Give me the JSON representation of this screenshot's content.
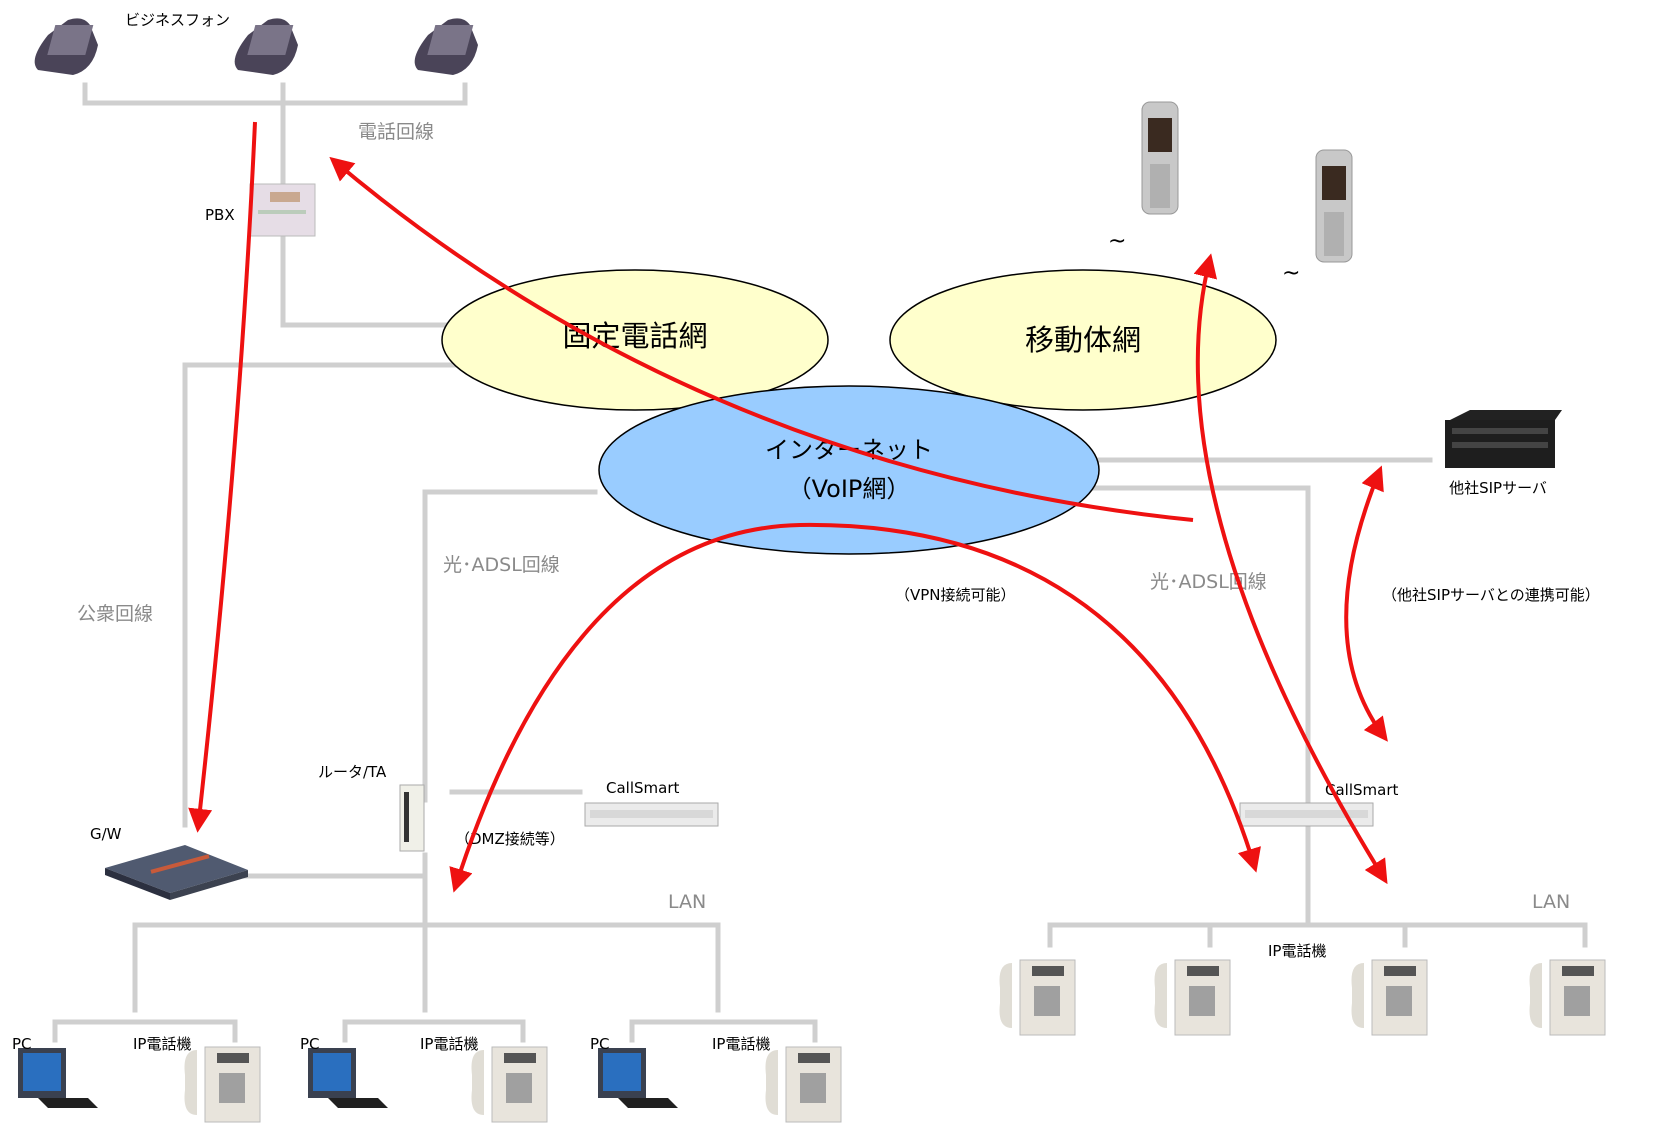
{
  "nodes": {
    "business_phone": "ビジネスフォン",
    "pbx": "PBX",
    "fixed_network": "固定電話網",
    "mobile_network": "移動体網",
    "internet_line1": "インターネット",
    "internet_line2": "（VoIP網）",
    "other_sip_server": "他社SIPサーバ",
    "router_ta": "ルータ/TA",
    "gw": "G/W",
    "callsmart_left": "CallSmart",
    "callsmart_right": "CallSmart",
    "ip_phone_right": "IP電話機"
  },
  "lines": {
    "phone_line": "電話回線",
    "public_line": "公衆回線",
    "fiber_adsl_left": "光･ADSL回線",
    "fiber_adsl_right": "光･ADSL回線",
    "lan_left": "LAN",
    "lan_right": "LAN"
  },
  "notes": {
    "dmz": "（DMZ接続等）",
    "vpn": "（VPN接続可能）",
    "sip_link": "（他社SIPサーバとの連携可能）"
  },
  "workstations": [
    {
      "pc": "PC",
      "phone": "IP電話機"
    },
    {
      "pc": "PC",
      "phone": "IP電話機"
    },
    {
      "pc": "PC",
      "phone": "IP電話機"
    }
  ],
  "colors": {
    "fixed_fill": "#ffffcc",
    "mobile_fill": "#ffffcc",
    "internet_fill": "#99ccff",
    "arrow": "#ee1111",
    "line": "#cfcfcf"
  }
}
